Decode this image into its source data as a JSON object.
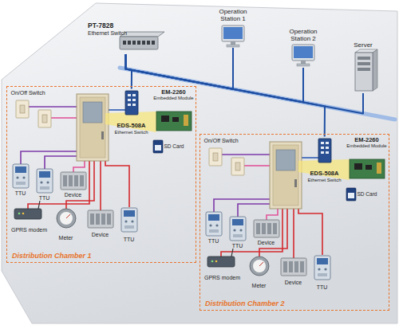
{
  "diagram": {
    "nodes": [
      {
        "text": [
          "PT-7828",
          "Ethernet Switch"
        ]
      },
      {
        "text": [
          "Operation Station 1"
        ]
      },
      {
        "text": [
          "Operation Station 2"
        ]
      },
      {
        "text": [
          "Server"
        ]
      },
      {
        "text": [
          "Distribution Chamber 1"
        ]
      },
      {
        "text": [
          "On/Off Switch"
        ],
        "in": 4
      },
      {
        "text": [
          "EDS-508A",
          "Ethernet Switch"
        ],
        "in": 4
      },
      {
        "text": [
          "EM-2260",
          "Embedded Module"
        ],
        "in": 4
      },
      {
        "text": [
          "SD Card"
        ],
        "in": 4
      },
      {
        "text": [
          "TTU"
        ],
        "in": 4
      },
      {
        "text": [
          "TTU"
        ],
        "in": 4
      },
      {
        "text": [
          "Device"
        ],
        "in": 4
      },
      {
        "text": [
          "GPRS modem"
        ],
        "in": 4
      },
      {
        "text": [
          "Meter"
        ],
        "in": 4
      },
      {
        "text": [
          "Device"
        ],
        "in": 4
      },
      {
        "text": [
          "TTU"
        ],
        "in": 4
      },
      {
        "text": [
          "Distribution Chamber 2"
        ]
      },
      {
        "text": [
          "On/Off Switch"
        ],
        "in": 16
      },
      {
        "text": [
          "EDS-508A",
          "Ethernet Switch"
        ],
        "in": 16
      },
      {
        "text": [
          "EM-2260",
          "Embedded Module"
        ],
        "in": 16
      },
      {
        "text": [
          "SD Card"
        ],
        "in": 16
      },
      {
        "text": [
          "TTU"
        ],
        "in": 16
      },
      {
        "text": [
          "TTU"
        ],
        "in": 16
      },
      {
        "text": [
          "Device"
        ],
        "in": 16
      },
      {
        "text": [
          "GPRS modem"
        ],
        "in": 16
      },
      {
        "text": [
          "Meter"
        ],
        "in": 16
      },
      {
        "text": [
          "Device"
        ],
        "in": 16
      },
      {
        "text": [
          "TTU"
        ],
        "in": 16
      }
    ],
    "edges": [
      {
        "from": 0,
        "to": 1,
        "arrow": "none"
      },
      {
        "from": 0,
        "to": 2,
        "arrow": "none"
      },
      {
        "from": 0,
        "to": 3,
        "arrow": "none"
      },
      {
        "from": 0,
        "to": 6,
        "arrow": "none"
      },
      {
        "from": 0,
        "to": 18,
        "arrow": "none"
      }
    ]
  }
}
